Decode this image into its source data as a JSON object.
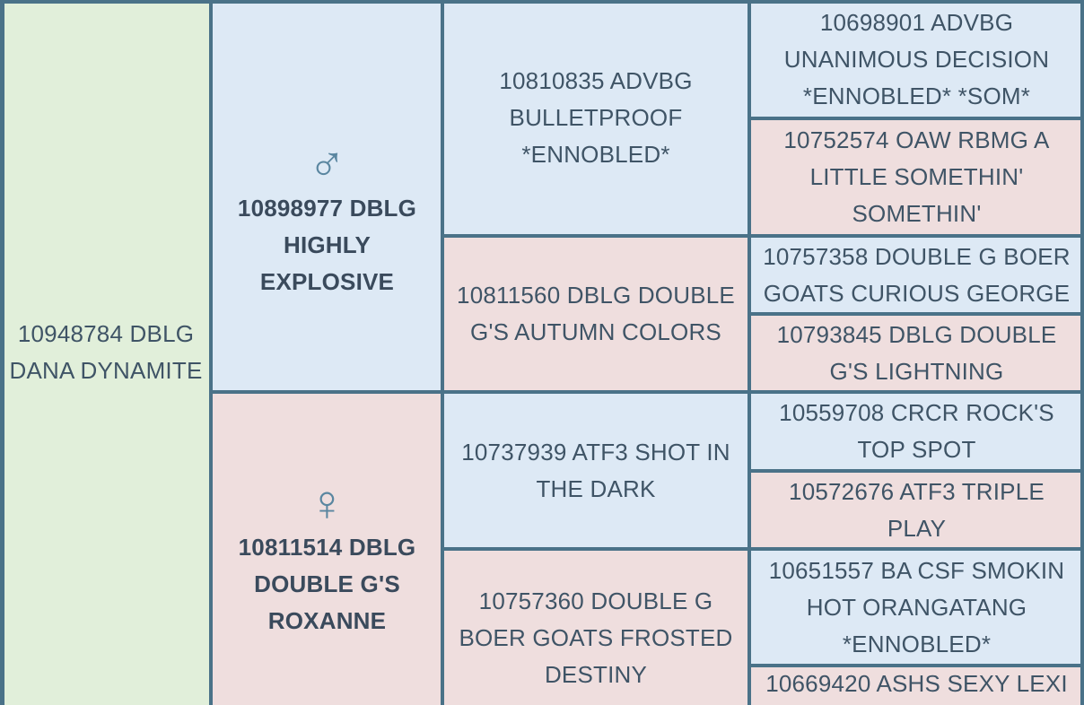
{
  "subject": {
    "label": "10948784 DBLG DANA DYNAMITE"
  },
  "sire": {
    "symbol": "♂",
    "label": "10898977 DBLG HIGHLY EXPLOSIVE"
  },
  "dam": {
    "symbol": "♀",
    "label": "10811514 DBLG DOUBLE G'S ROXANNE"
  },
  "grandparents": {
    "sire_sire": "10810835 ADVBG BULLETPROOF *ENNOBLED*",
    "sire_dam": "10811560 DBLG DOUBLE G'S AUTUMN COLORS",
    "dam_sire": "10737939 ATF3 SHOT IN THE DARK",
    "dam_dam": "10757360 DOUBLE G BOER GOATS FROSTED DESTINY"
  },
  "great_grandparents": [
    "10698901 ADVBG UNANIMOUS DECISION *ENNOBLED* *SOM*",
    "10752574 OAW RBMG A LITTLE SOMETHIN' SOMETHIN'",
    "10757358 DOUBLE G BOER GOATS CURIOUS GEORGE",
    "10793845 DBLG DOUBLE G'S LIGHTNING",
    "10559708 CRCR ROCK'S TOP SPOT",
    "10572676 ATF3 TRIPLE PLAY",
    "10651557 BA CSF SMOKIN HOT ORANGATANG *ENNOBLED*",
    "10669420 ASHS SEXY LEXI"
  ],
  "colors": {
    "male": "#dde9f5",
    "female": "#efdede",
    "subject": "#e1efda",
    "border": "#4a7288"
  }
}
